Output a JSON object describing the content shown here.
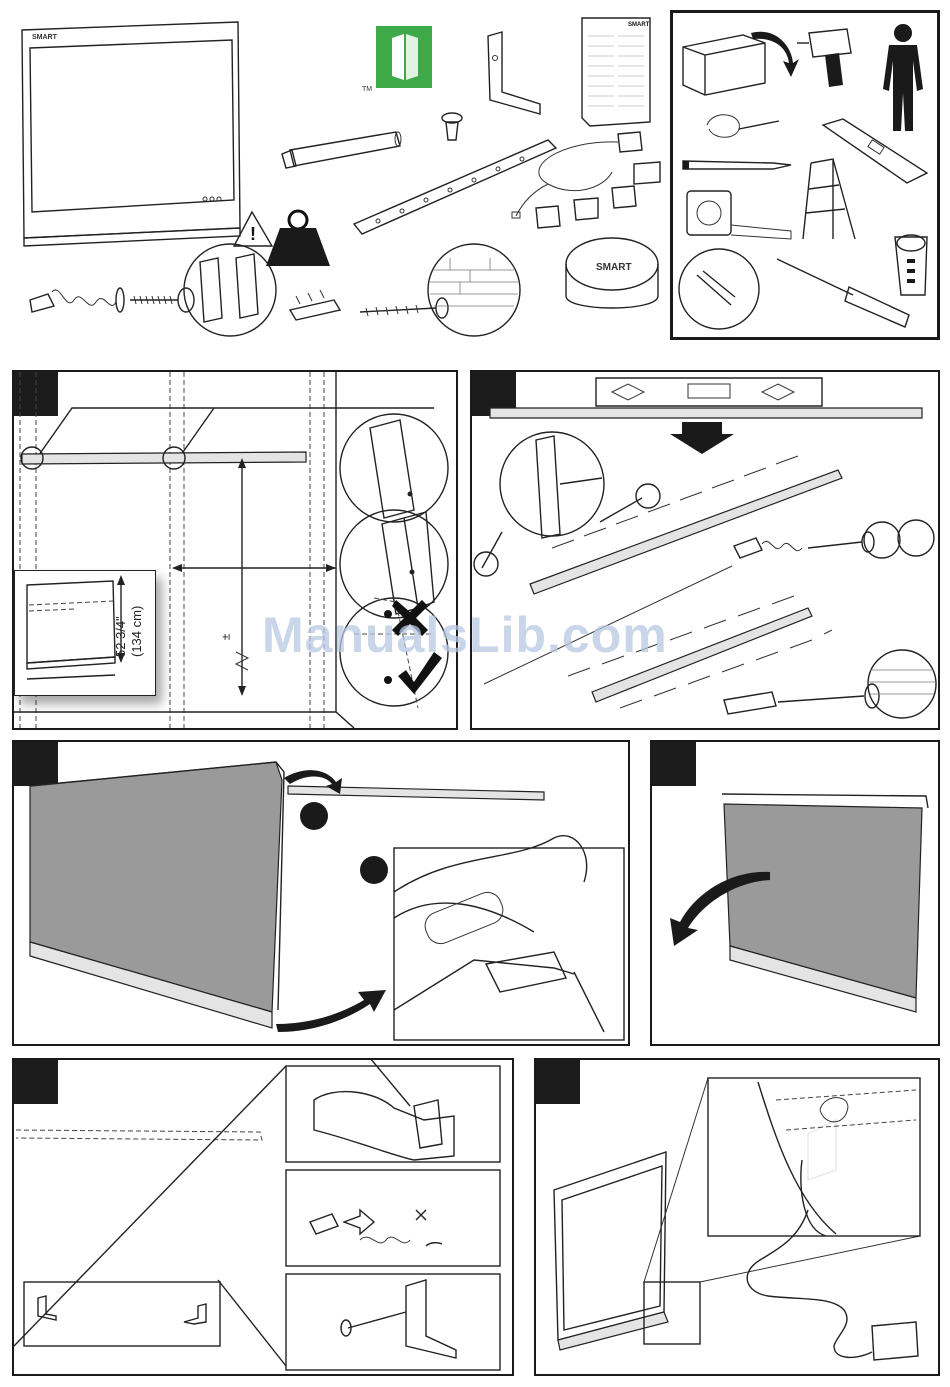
{
  "watermark": "ManualsLib.com",
  "brand": "SMART",
  "trademark": "TM",
  "dimensions": {
    "height_in": "52 3/4\"",
    "height_cm": "(134 cm)",
    "tolerance": "±"
  },
  "icons": {
    "box_contents": [
      "whiteboard",
      "app-logo",
      "wall-bracket",
      "quick-start-guide",
      "marker",
      "bracket-screw",
      "mounting-rail",
      "power-adapter",
      "plug-adapters",
      "eraser",
      "drywall-anchor",
      "wood-screw",
      "masonry-anchor",
      "masonry-screw",
      "wall-type-drywall",
      "wall-type-masonry",
      "weight-warning"
    ],
    "tools": [
      "toolbox",
      "drill",
      "person",
      "cable-tie",
      "pencil",
      "level",
      "tape-measure",
      "step-ladder",
      "screwdriver",
      "stud-finder"
    ],
    "marks": [
      "incorrect-x",
      "correct-check"
    ]
  },
  "colors": {
    "line": "#1a1a1a",
    "step_box": "#1c1c1c",
    "board_fill": "#9a9a9a",
    "logo_green": "#3daa47",
    "watermark": "#b8c8e2"
  }
}
